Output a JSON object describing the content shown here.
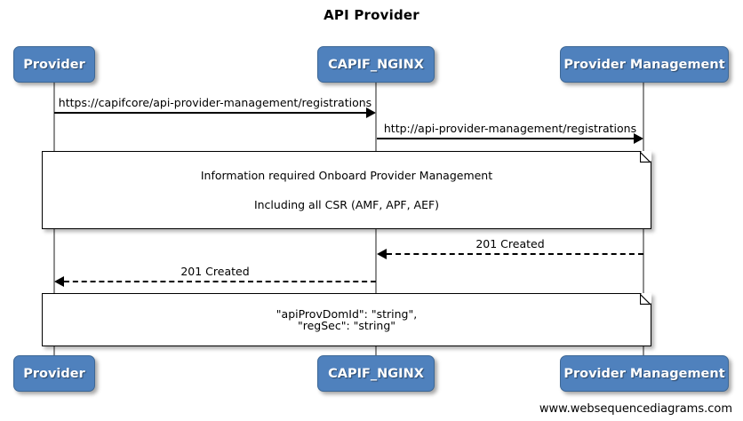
{
  "diagram": {
    "title": "API Provider",
    "type": "sequence-diagram",
    "footer": "www.websequencediagrams.com",
    "colors": {
      "participant_fill": "#4f81bd",
      "participant_text": "#ffffff",
      "line": "#000000",
      "lifeline": "#8e8e8e",
      "background": "#ffffff"
    }
  },
  "participants": [
    {
      "id": "provider",
      "label": "Provider"
    },
    {
      "id": "capif_nginx",
      "label": "CAPIF_NGINX"
    },
    {
      "id": "provider_management",
      "label": "Provider Management"
    }
  ],
  "messages": [
    {
      "label": "https://capifcore/api-provider-management/registrations",
      "from": "provider",
      "to": "capif_nginx",
      "style": "solid",
      "direction": "right"
    },
    {
      "label": "http://api-provider-management/registrations",
      "from": "capif_nginx",
      "to": "provider_management",
      "style": "solid",
      "direction": "right"
    },
    {
      "label": "201 Created",
      "from": "provider_management",
      "to": "capif_nginx",
      "style": "dashed",
      "direction": "left"
    },
    {
      "label": "201 Created",
      "from": "capif_nginx",
      "to": "provider",
      "style": "dashed",
      "direction": "left"
    }
  ],
  "notes": [
    {
      "id": "note-onboard-info",
      "lines": [
        "Information required Onboard Provider Management",
        "Including all CSR (AMF, APF, AEF)"
      ]
    },
    {
      "id": "note-response-body",
      "lines": [
        "\"apiProvDomId\": \"string\",",
        "\"regSec\": \"string\""
      ]
    }
  ]
}
